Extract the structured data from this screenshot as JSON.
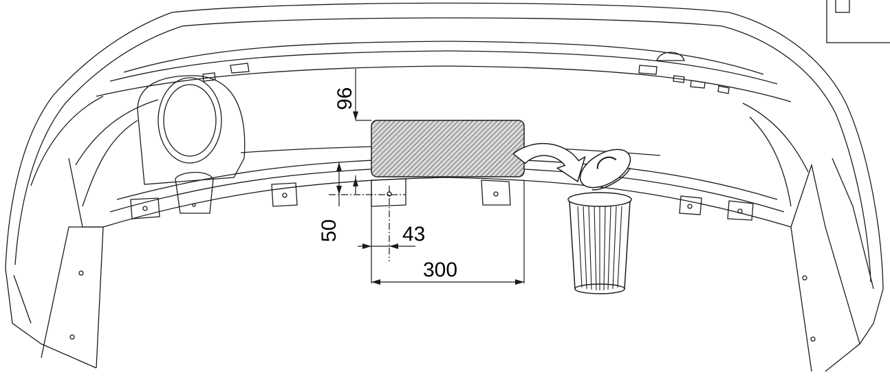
{
  "drawing": {
    "line_color": "#1a1a1a",
    "hatch_color": "#555555",
    "cutout_fill": "#d9d9d9"
  },
  "dimensions": {
    "top_offset": "96",
    "vertical_offset": "50",
    "horizontal_offset": "43",
    "cutout_width": "300"
  },
  "icons": {
    "discard": "trash-can-icon",
    "arrow": "curved-arrow-icon"
  }
}
